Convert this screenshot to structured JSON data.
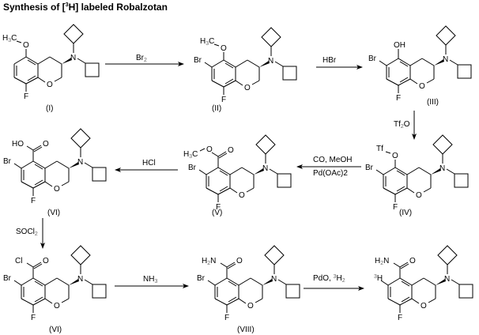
{
  "title": {
    "prefix": "Synthesis of [",
    "sup": "3",
    "suffix": "H] labeled Robalzotan"
  },
  "compounds": [
    {
      "id": "I",
      "label": "(I)",
      "sub5": "methoxy",
      "sub6": ""
    },
    {
      "id": "II",
      "label": "(II)",
      "sub5": "methoxy",
      "sub6": "Br"
    },
    {
      "id": "III",
      "label": "(III)",
      "sub5": "hydroxy",
      "sub6": "Br"
    },
    {
      "id": "IV",
      "label": "(IV)",
      "sub5": "triflate",
      "sub6": "Br"
    },
    {
      "id": "V",
      "label": "(V)",
      "sub5": "methyl-ester",
      "sub6": "Br"
    },
    {
      "id": "VI",
      "label": "(VI)",
      "sub5": "carboxylic-acid",
      "sub6": "Br"
    },
    {
      "id": "VII",
      "label": "(VI)",
      "sub5": "acid-chloride",
      "sub6": "Br"
    },
    {
      "id": "VIII",
      "label": "(VIII)",
      "sub5": "amide",
      "sub6": "Br"
    },
    {
      "id": "IX",
      "label": "",
      "sub5": "amide",
      "sub6": "3H"
    }
  ],
  "atoms": {
    "O": "O",
    "N": "N",
    "F": "F",
    "Br": "Br",
    "OH": "OH",
    "Tf": "Tf",
    "H3C_main": "H",
    "H3C_sub": "3",
    "H3C_end": "C",
    "HO": "HO",
    "Cl": "Cl",
    "H2N_main": "H",
    "H2N_sub": "2",
    "H2N_end": "N",
    "tritium_sup": "3",
    "tritium_main": "H"
  },
  "reagents": [
    {
      "step": 1,
      "above": "Br",
      "above_sub": "2",
      "below": ""
    },
    {
      "step": 2,
      "above": "HBr",
      "above_sub": "",
      "below": ""
    },
    {
      "step": 3,
      "side": "Tf",
      "side_sub": "2",
      "side_end": "O"
    },
    {
      "step": 4,
      "above": "CO, MeOH",
      "below": "Pd(OAc)2"
    },
    {
      "step": 5,
      "above": "HCl",
      "below": ""
    },
    {
      "step": 6,
      "side": "SOCl",
      "side_sub": "2",
      "side_end": ""
    },
    {
      "step": 7,
      "above": "NH",
      "above_sub": "3",
      "below": ""
    },
    {
      "step": 8,
      "above": "PdO,  ",
      "above_sup": "3",
      "above_end": "H",
      "above_sub": "2"
    }
  ]
}
